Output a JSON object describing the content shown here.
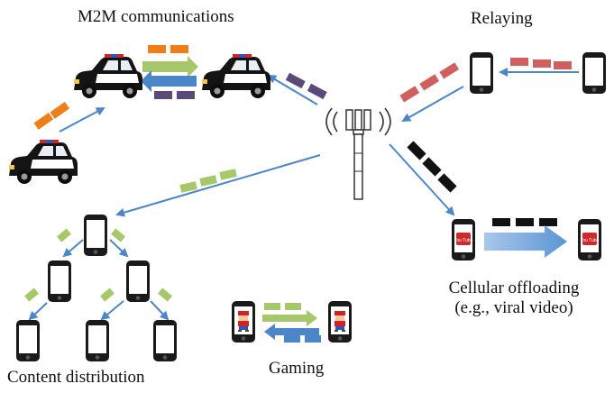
{
  "labels": {
    "m2m": "M2M communications",
    "relaying": "Relaying",
    "offloading_line1": "Cellular offloading",
    "offloading_line2": "(e.g., viral video)",
    "content": "Content distribution",
    "gaming": "Gaming"
  },
  "screen_text": {
    "youtube": "You Tube"
  },
  "colors": {
    "link_arrow": "#4a86c8",
    "m2m_data": "#f07e18",
    "m2m_return": "#5a4a78",
    "relay_data": "#d0605e",
    "offload_data": "#111111",
    "content_data": "#a7c86a",
    "gaming_forward": "#a7c86a",
    "gaming_return": "#4a86c8",
    "youtube_red": "#cc2b2b"
  },
  "icons": {
    "base_station": "cell-tower-icon",
    "vehicle": "police-car-icon",
    "device": "smartphone-icon",
    "game_character": "mario-icon",
    "video_app": "youtube-icon"
  }
}
